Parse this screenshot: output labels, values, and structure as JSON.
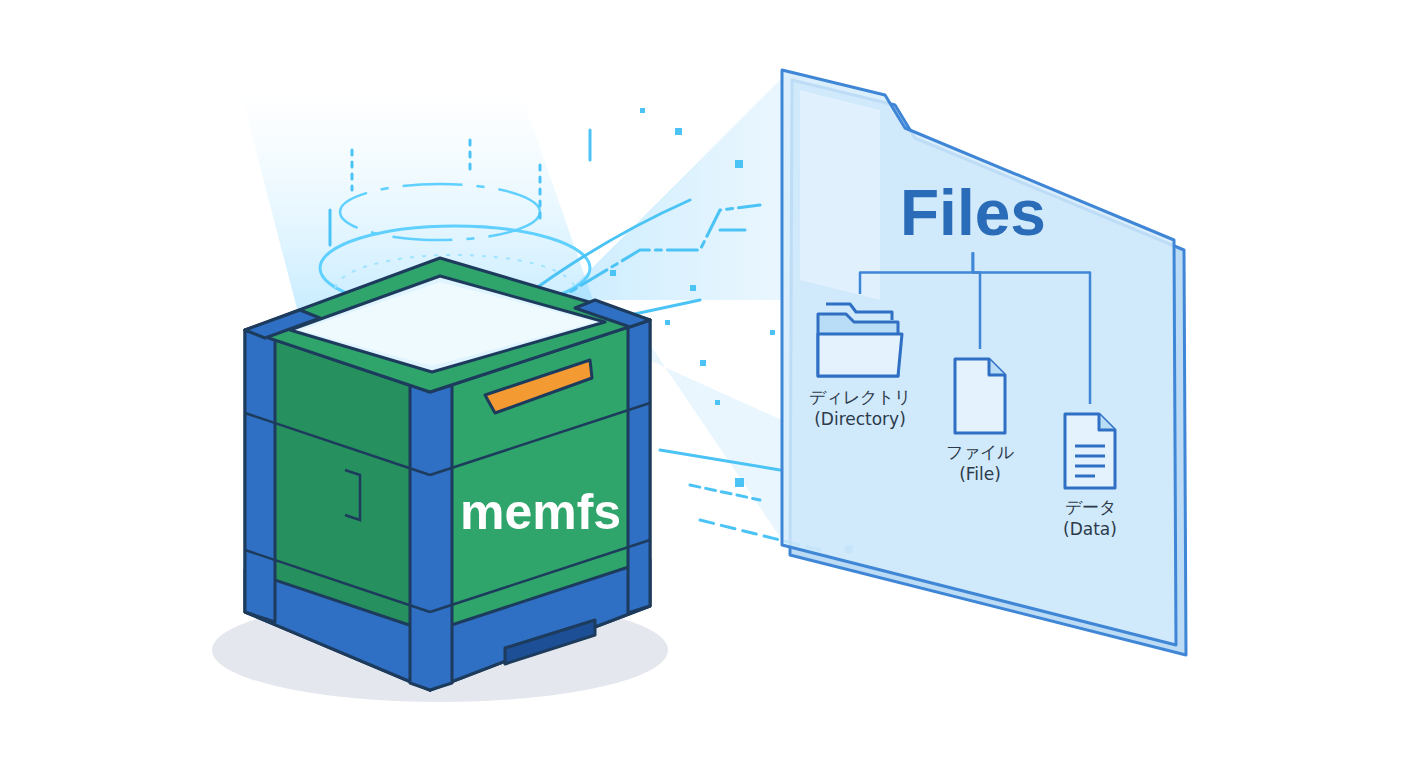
{
  "diagram": {
    "nodes": [
      {
        "text": [
          "memfs"
        ]
      },
      {
        "text": [
          "Files"
        ]
      },
      {
        "text": [
          "ディレクトリ (Directory)"
        ],
        "in": 1
      },
      {
        "text": [
          "ファイル (File)"
        ],
        "in": 1
      },
      {
        "text": [
          "データ (Data)"
        ],
        "in": 1
      }
    ],
    "edges": [
      {
        "from": 1,
        "to": 2,
        "arrow": "none"
      },
      {
        "from": 1,
        "to": 3,
        "arrow": "none"
      },
      {
        "from": 1,
        "to": 4,
        "arrow": "none"
      }
    ]
  }
}
